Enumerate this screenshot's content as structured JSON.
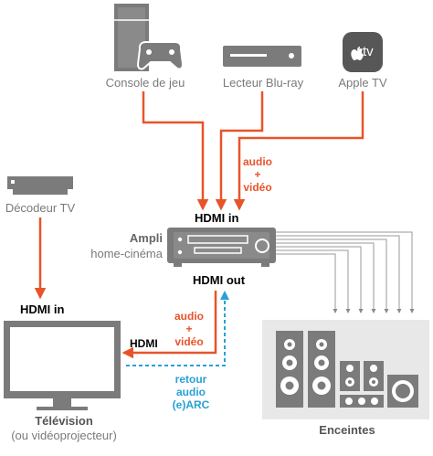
{
  "devices": {
    "console": "Console de jeu",
    "bluray": "Lecteur Blu-ray",
    "appletv": "Apple TV",
    "appletv_logo": "tv",
    "decoder": "Décodeur TV",
    "speakers": "Enceintes",
    "tv_line1": "Télévision",
    "tv_line2": "(ou vidéoprojecteur)"
  },
  "amplifier": {
    "name": "Ampli",
    "subtitle": "home-cinéma",
    "hdmi_in": "HDMI in",
    "hdmi_out": "HDMI out"
  },
  "tv_hdmi_in": "HDMI in",
  "labels": {
    "av_top_1": "audio",
    "av_top_2": "+",
    "av_top_3": "vidéo",
    "av_mid_1": "audio",
    "av_mid_2": "+",
    "av_mid_3": "vidéo",
    "hdmi": "HDMI",
    "arc_1": "retour",
    "arc_2": "audio",
    "arc_3": "(e)ARC"
  },
  "colors": {
    "signal": "#e8542a",
    "arc": "#29a0d8",
    "device": "#7b7b7b",
    "dark": "#575757"
  }
}
